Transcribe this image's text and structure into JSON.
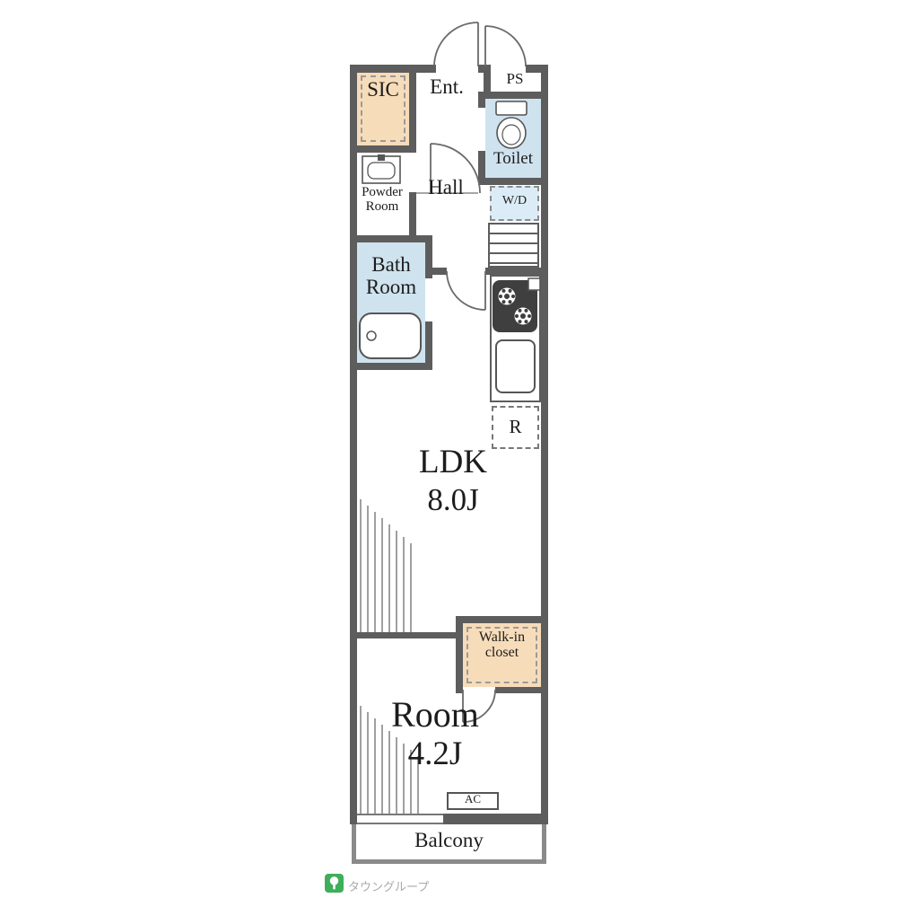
{
  "palette": {
    "wall": "#5d5d5d",
    "closet_orange": "#f7dcb9",
    "wet_area_blue": "#cfe3ef",
    "wd_blue": "#dcecf6",
    "text": "#1c1c1c",
    "brand_green": "#3fae5a"
  },
  "rooms": {
    "sic": {
      "label": "SIC"
    },
    "entrance": {
      "label": "Ent."
    },
    "ps": {
      "label": "PS"
    },
    "toilet": {
      "label": "Toilet"
    },
    "powder_room": {
      "line1": "Powder",
      "line2": "Room"
    },
    "hall": {
      "label": "Hall"
    },
    "washer_dryer": {
      "label": "W/D"
    },
    "bath_room": {
      "line1": "Bath",
      "line2": "Room"
    },
    "refrigerator": {
      "label": "R"
    },
    "ldk": {
      "label": "LDK",
      "size": "8.0J"
    },
    "walk_in_closet": {
      "line1": "Walk-in",
      "line2": "closet"
    },
    "room": {
      "label": "Room",
      "size": "4.2J"
    },
    "ac": {
      "label": "AC"
    },
    "balcony": {
      "label": "Balcony"
    }
  },
  "footer": {
    "brand": "タウングループ"
  }
}
